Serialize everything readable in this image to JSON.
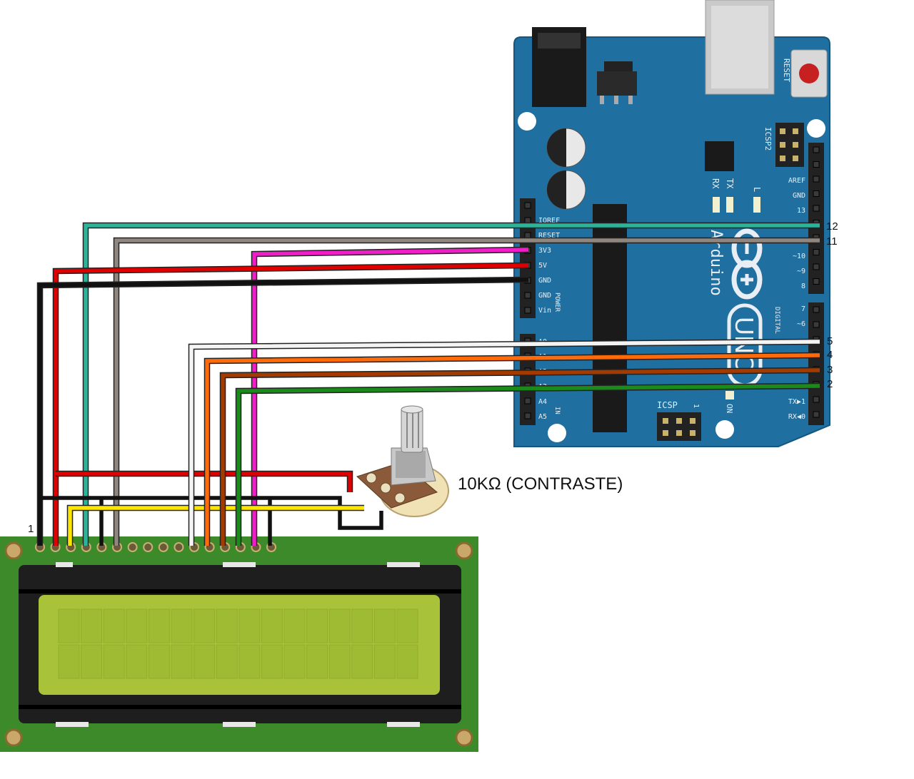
{
  "caption": "10KΩ (CONTRASTE)",
  "lcd_first_pin_label": "1",
  "arduino": {
    "reset_label": "RESET",
    "icsp2_label": "ICSP2",
    "icsp_label": "ICSP",
    "on_label": "ON",
    "rx_led": "RX",
    "tx_led": "TX",
    "l_led": "L",
    "brand_text": "Arduino",
    "model_text": "UNO",
    "digital_label": "DIGITAL",
    "power_label": "POWER",
    "analog_label": "IN",
    "icsp_pin1": "1",
    "power_pins": [
      "IOREF",
      "RESET",
      "3V3",
      "5V",
      "GND",
      "GND",
      "Vin"
    ],
    "analog_pins": [
      "A0",
      "A1",
      "A2",
      "A3",
      "A4",
      "A5"
    ],
    "digital_top_pins": [
      "AREF",
      "GND",
      "13"
    ],
    "digital_mid_pins": [
      "~10",
      "~9",
      "8"
    ],
    "digital_low_pins": [
      "7",
      "~6"
    ],
    "digital_tx_rx": [
      "TX▶1",
      "RX◀0"
    ]
  },
  "pin_callouts": [
    "12",
    "11",
    "5",
    "4",
    "3",
    "2"
  ],
  "colors": {
    "board": "#1f6fa0",
    "lcd_pcb": "#3d8a2a",
    "lcd_screen": "#a8c23a",
    "wire_cyan": "#2ab59a",
    "wire_grey": "#8f8680",
    "wire_pink": "#f01ec8",
    "wire_red": "#e00000",
    "wire_black": "#111111",
    "wire_white": "#f4f4f4",
    "wire_orange": "#ff6a0a",
    "wire_brown": "#a33a00",
    "wire_green": "#1a8a1a",
    "wire_yellow": "#ffe600"
  }
}
